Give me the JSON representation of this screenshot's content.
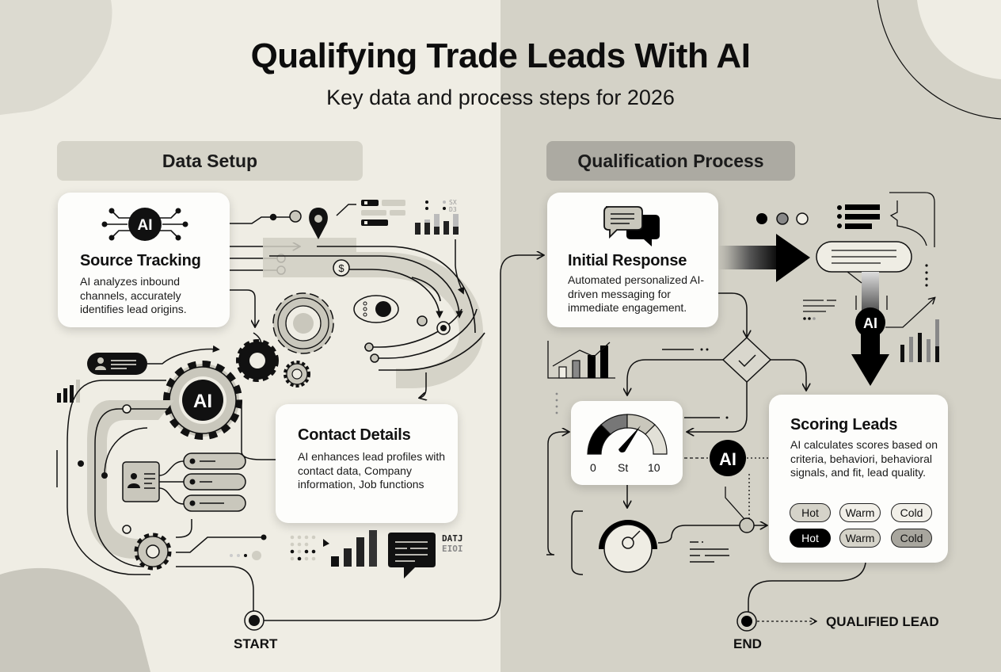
{
  "header": {
    "title": "Qualifying Trade Leads With AI",
    "subtitle": "Key data and process steps for 2026"
  },
  "sections": {
    "left": {
      "label": "Data Setup"
    },
    "right": {
      "label": "Qualification Process"
    }
  },
  "cards": {
    "source_tracking": {
      "icon": "ai-circuit-icon",
      "icon_text": "AI",
      "title": "Source Tracking",
      "body": "AI analyzes inbound channels, accurately identifies lead origins."
    },
    "contact_details": {
      "title": "Contact Details",
      "body": "AI enhances lead profiles with contact data, Company information, Job functions"
    },
    "initial_response": {
      "icon": "chat-bubbles-icon",
      "title": "Initial Response",
      "body": "Automated personalized AI-driven messaging for immediate engagement."
    },
    "scoring_leads": {
      "title": "Scoring Leads",
      "body": "AI calculates scores based on criteria, behaviori, behavioral signals, and fit, lead quality.",
      "chips_row1": [
        "Hot",
        "Warm",
        "Cold"
      ],
      "chips_row2": [
        "Hot",
        "Warm",
        "Cold"
      ]
    }
  },
  "gauge": {
    "min_label": "0",
    "mid_label": "St",
    "max_label": "10"
  },
  "ai_badges": {
    "gear": "AI",
    "right_circle": "AI",
    "arrow_circle": "AI"
  },
  "misc_text": {
    "data_tag_1": "DATJ",
    "data_tag_2": "EIOI",
    "chart_tag_1": "SX",
    "chart_tag_2": "D3"
  },
  "flow": {
    "start_label": "START",
    "end_label": "END",
    "result_label": "QUALIFIED LEAD"
  },
  "colors": {
    "left_bg": "#efede4",
    "right_bg": "#d4d2c7",
    "ink": "#111111",
    "muted": "#c9c7bc",
    "card": "#fdfdfb"
  }
}
